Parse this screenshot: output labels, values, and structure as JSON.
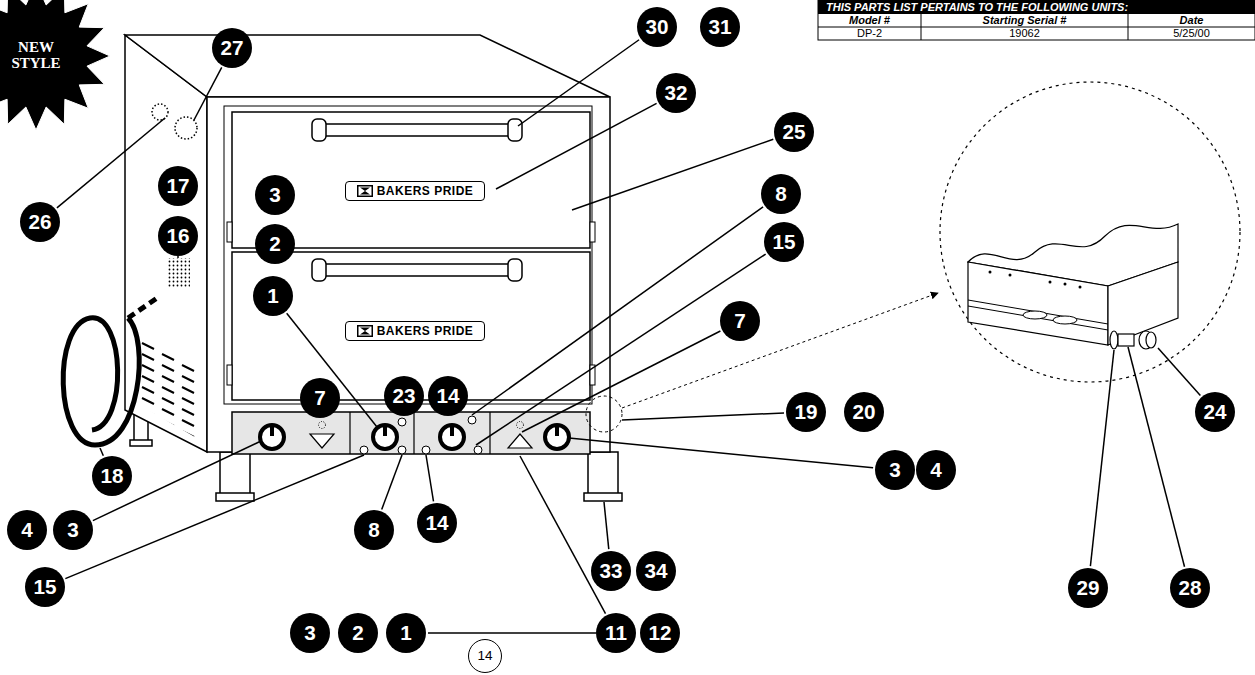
{
  "diagram": {
    "nodes": [
      {
        "text": [
          "NEW STYLE"
        ]
      },
      {
        "text": [
          "BAKERS PRIDE"
        ]
      },
      {
        "text": [
          "BAKERS PRIDE"
        ]
      }
    ],
    "labels": [
      "THIS PARTS LIST PERTAINS TO THE FOLLOWING UNITS:",
      "Model #",
      "Starting Serial #",
      "Date",
      "DP-2",
      "19062",
      "5/25/00",
      "27",
      "30",
      "31",
      "32",
      "25",
      "17",
      "3",
      "8",
      "26",
      "16",
      "2",
      "15",
      "1",
      "7",
      "7",
      "23",
      "14",
      "19",
      "20",
      "24",
      "3",
      "4",
      "18",
      "4",
      "3",
      "8",
      "14",
      "33",
      "34",
      "15",
      "29",
      "28",
      "3",
      "2",
      "1",
      "14",
      "11",
      "12"
    ]
  }
}
